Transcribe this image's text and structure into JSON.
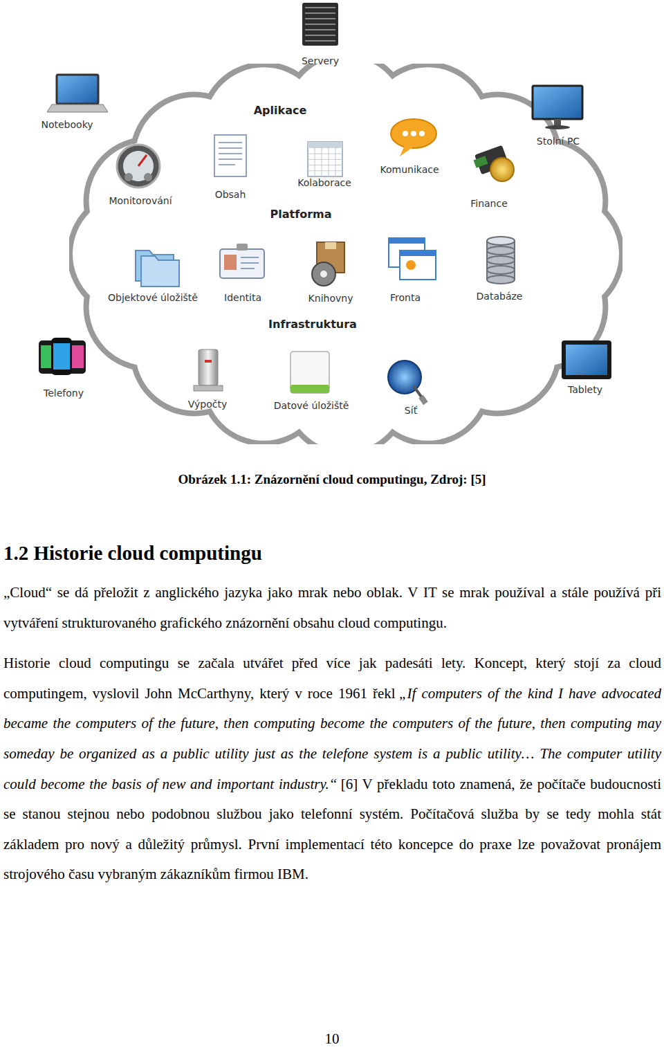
{
  "diagram": {
    "title": "1.2 Historie cloud computingu",
    "caption": "Obrázek 1.1: Znázornění cloud computingu, Zdroj: [5]",
    "nodes": [
      {
        "text": [
          "Aplikace",
          "Platforma",
          "Infrastruktura"
        ]
      }
    ],
    "labels": [
      "Servery",
      "Notebooky",
      "Stolní PC",
      "Monitorování",
      "Obsah",
      "Kolaborace",
      "Komunikace",
      "Finance",
      "Objektové úložiště",
      "Identita",
      "Knihovny",
      "Fronta",
      "Databáze",
      "Výpočty",
      "Datové úložiště",
      "Síť",
      "Telefony",
      "Tablety",
      "„Cloud“ se dá přeložit z anglického jazyka jako mrak nebo oblak. V IT se mrak používal a stále používá při vytváření strukturovaného grafického znázornění obsahu cloud computingu.",
      "Historie cloud computingu se začala utvářet před více jak padesáti lety. Koncept, který stojí za cloud computingem, vyslovil John McCarthyny, který v roce 1961 řekl",
      "„If computers of the kind I have advocated became the computers of the future, then computing become the computers of the future, then computing may someday be organized as a public utility just as the telefone system is a public utility… The computer utility could become the basis of new and important industry.“",
      "[6] V překladu toto znamená, že počítače budoucnosti se stanou stejnou nebo podobnou službou jako telefonní systém. Počítačová služba by se tedy mohla stát základem pro nový a důležitý průmysl. První implementací této koncepce do praxe lze považovat pronájem strojového času vybraným zákazníkům firmou IBM.",
      "10"
    ]
  }
}
